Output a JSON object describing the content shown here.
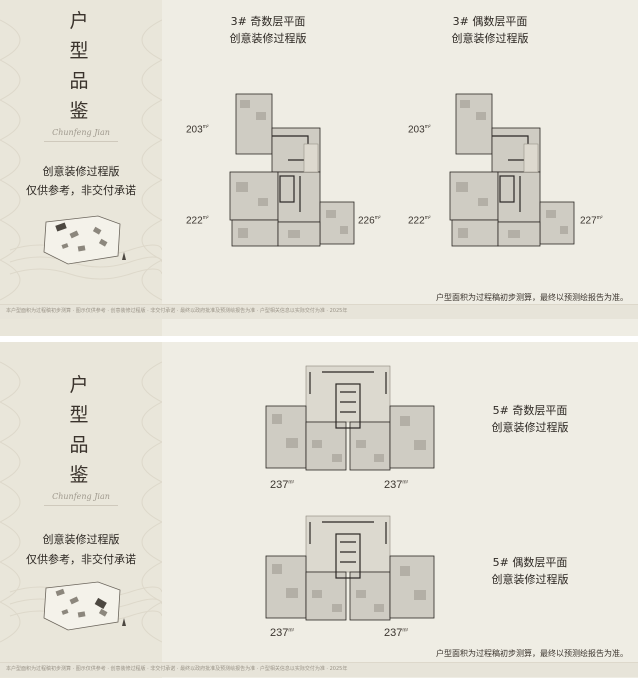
{
  "top_panel": {
    "brand": [
      "户",
      "型",
      "品",
      "鉴"
    ],
    "signature": "Chunfeng Jian",
    "note_line1": "创意装修过程版",
    "note_line2": "仅供参考，非交付承诺",
    "plans": [
      {
        "title": "3# 奇数层平面",
        "subtitle": "创意装修过程版",
        "areas": [
          "203",
          "222",
          "226"
        ]
      },
      {
        "title": "3# 偶数层平面",
        "subtitle": "创意装修过程版",
        "areas": [
          "203",
          "222",
          "227"
        ]
      }
    ],
    "area_unit": "m²",
    "disclaimer": "户型面积为过程稿初步测算，最终以预测绘报告为准。",
    "footer_text": "本户型面积为过程稿初步测算 · 图示仅供参考 · 创意装修过程版 · 非交付承诺 · 最终以政府批准及预测绘报告为准 · 户型相关信息以实际交付为准 · 2025年"
  },
  "bottom_panel": {
    "brand": [
      "户",
      "型",
      "品",
      "鉴"
    ],
    "signature": "Chunfeng Jian",
    "note_line1": "创意装修过程版",
    "note_line2": "仅供参考，非交付承诺",
    "plans": [
      {
        "title": "5# 奇数层平面",
        "subtitle": "创意装修过程版",
        "areas": [
          "237",
          "237"
        ]
      },
      {
        "title": "5# 偶数层平面",
        "subtitle": "创意装修过程版",
        "areas": [
          "237",
          "237"
        ]
      }
    ],
    "area_unit": "m²",
    "disclaimer": "户型面积为过程稿初步测算，最终以预测绘报告为准。",
    "footer_text": "本户型面积为过程稿初步测算 · 图示仅供参考 · 创意装修过程版 · 非交付承诺 · 最终以政府批准及预测绘报告为准 · 户型相关信息以实际交付为准 · 2025年"
  },
  "colors": {
    "background": "#efede4",
    "sidebar": "#e9e6da",
    "wall": "#2b2724",
    "room": "#cfccc3",
    "room_dark": "#b3afa6",
    "highlight": "#6f6a60"
  }
}
